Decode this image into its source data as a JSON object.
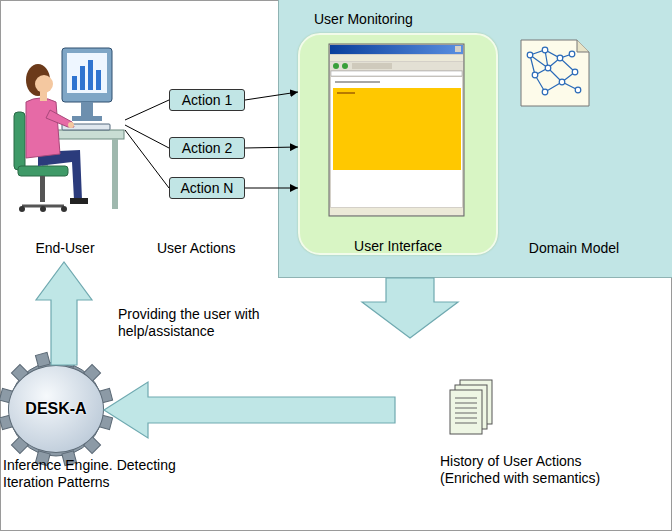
{
  "diagram": {
    "nodes": [
      {
        "text": [
          "End-User"
        ]
      },
      {
        "text": [
          "Action 1"
        ]
      },
      {
        "text": [
          "Action 2"
        ]
      },
      {
        "text": [
          "Action N"
        ]
      },
      {
        "text": [
          "User Monitoring"
        ]
      },
      {
        "text": [
          "User Interface"
        ],
        "in": 4
      },
      {
        "text": [
          "Domain Model"
        ],
        "in": 4
      },
      {
        "text": [
          "History of User Actions (Enriched with semantics)"
        ]
      },
      {
        "text": [
          "DESK-A",
          "Inference Engine. Detecting Iteration Patterns"
        ]
      }
    ],
    "edges": [
      {
        "from": 0,
        "to": 1,
        "arrow": "none"
      },
      {
        "from": 0,
        "to": 2,
        "arrow": "none"
      },
      {
        "from": 0,
        "to": 3,
        "arrow": "none"
      },
      {
        "from": 1,
        "to": 5,
        "arrow": "to"
      },
      {
        "from": 2,
        "to": 5,
        "arrow": "to"
      },
      {
        "from": 3,
        "to": 5,
        "arrow": "to"
      },
      {
        "from": 4,
        "to": 7,
        "arrow": "to"
      },
      {
        "from": 7,
        "to": 8,
        "arrow": "to"
      },
      {
        "from": 8,
        "to": 0,
        "label": "Providing the user with help/assistance",
        "arrow": "to"
      }
    ],
    "labels": [
      "User Actions"
    ]
  }
}
